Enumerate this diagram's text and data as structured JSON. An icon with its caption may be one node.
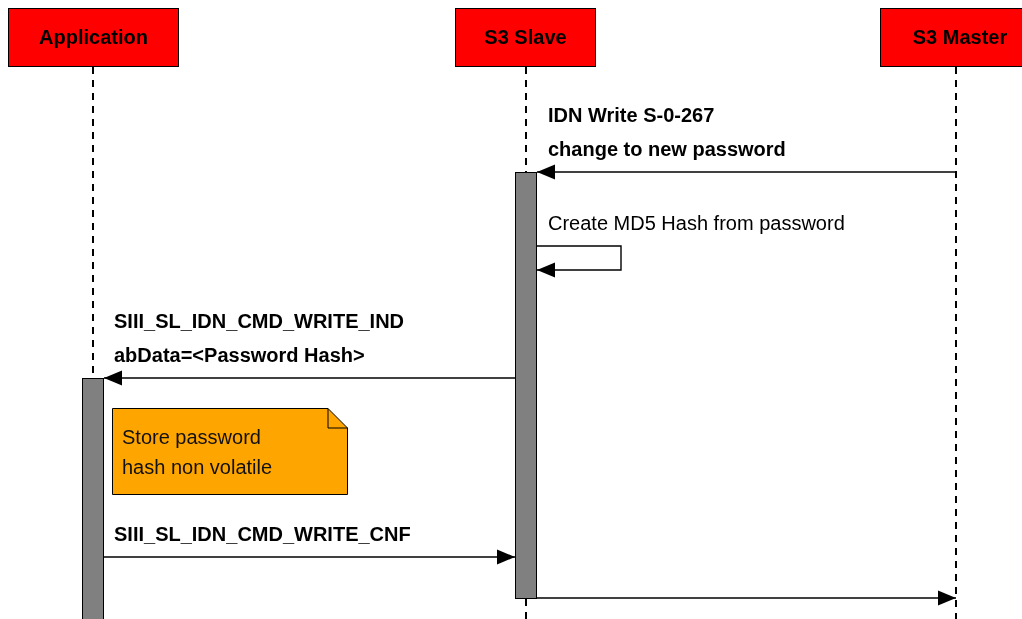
{
  "diagram": {
    "nodes": [
      {
        "text": [
          "Application"
        ]
      },
      {
        "text": [
          "S3 Slave"
        ]
      },
      {
        "text": [
          "S3 Master"
        ]
      },
      {
        "text": [],
        "shape": "line"
      },
      {
        "text": [],
        "shape": "line"
      },
      {
        "text": [],
        "shape": "line"
      },
      {
        "text": [],
        "shape": "bar"
      },
      {
        "text": [],
        "shape": "bar"
      },
      {
        "text": [
          "Store password hash non volatile"
        ]
      }
    ],
    "edges": [
      {
        "from": 5,
        "to": 7,
        "arrow": "to",
        "label": "IDN Write S-0-267 change to new password"
      },
      {
        "from": 7,
        "to": 7,
        "arrow": "to",
        "label": "Create MD5 Hash from password"
      },
      {
        "from": 7,
        "to": 6,
        "arrow": "to",
        "label": "SIII_SL_IDN_CMD_WRITE_IND abData=<Password Hash>"
      },
      {
        "from": 6,
        "to": 7,
        "arrow": "to",
        "label": "SIII_SL_IDN_CMD_WRITE_CNF"
      },
      {
        "from": 7,
        "to": 5,
        "arrow": "to"
      }
    ]
  }
}
